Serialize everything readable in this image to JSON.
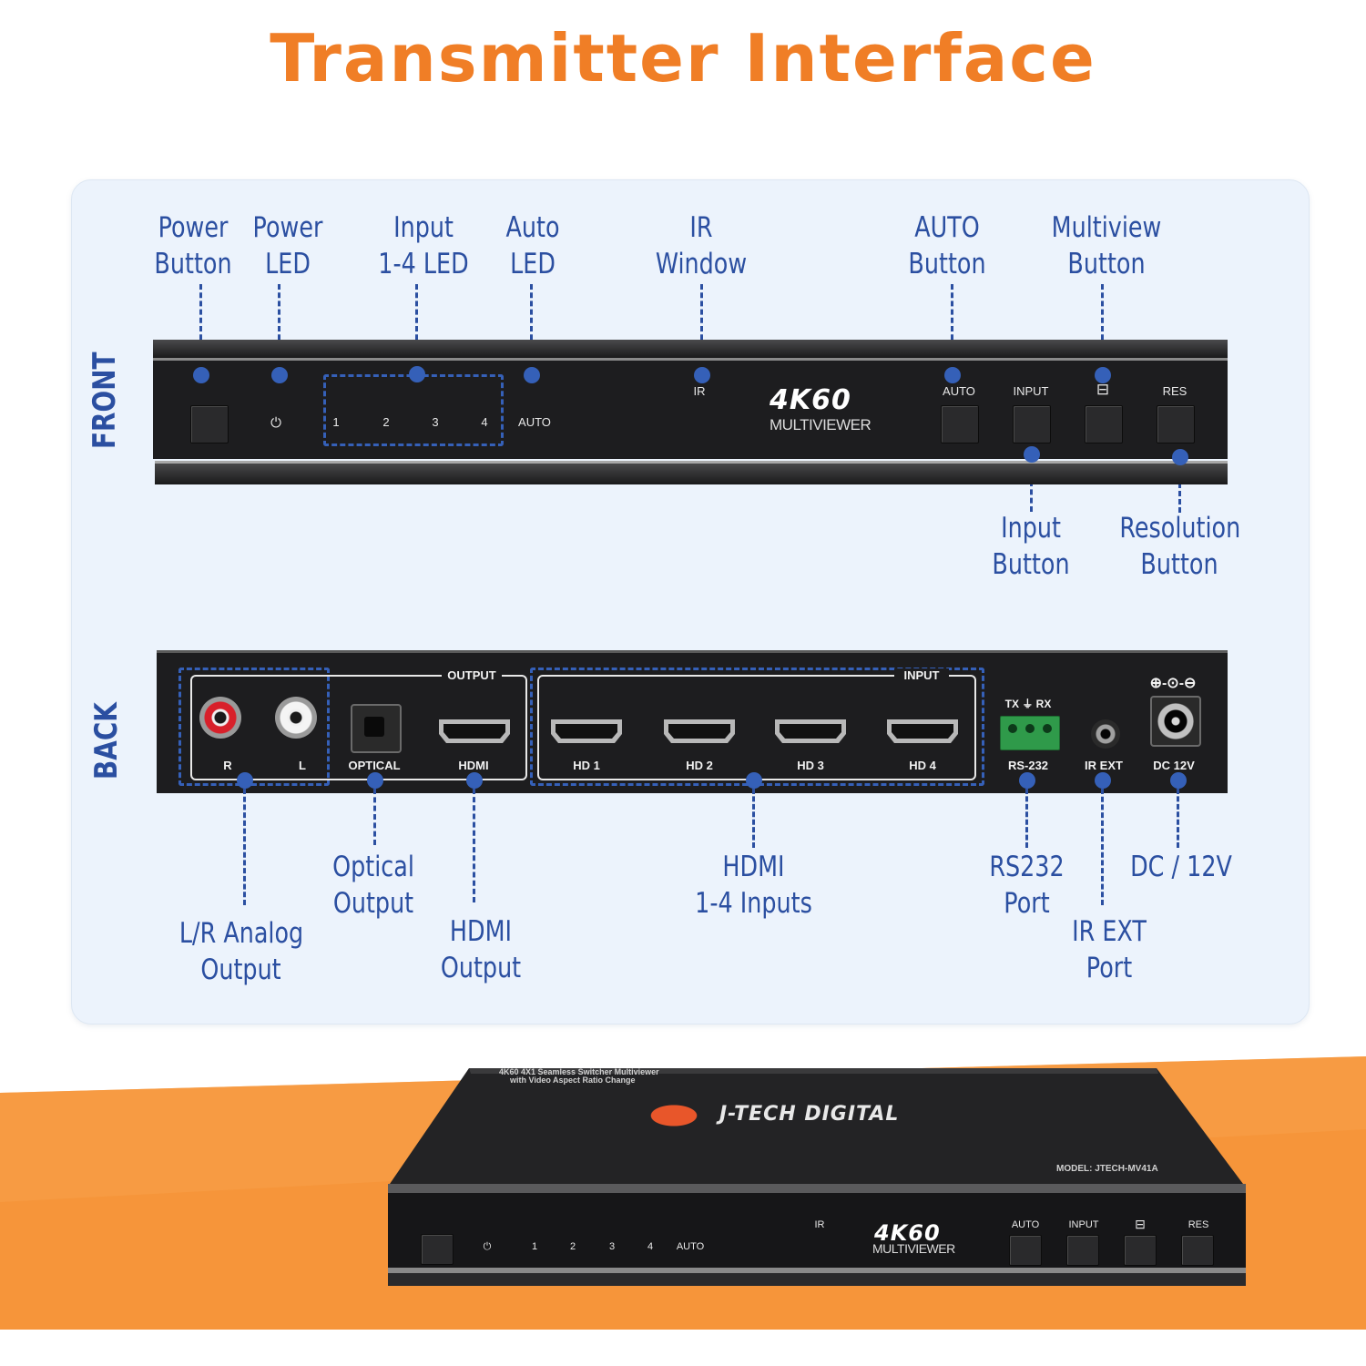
{
  "title": "Transmitter Interface",
  "colors": {
    "accent": "#f07e26",
    "callout": "#2b4fa1",
    "device": "#1d1d1f"
  },
  "sides": {
    "front": "FRONT",
    "back": "BACK"
  },
  "front_callouts": {
    "power_button": [
      "Power",
      "Button"
    ],
    "power_led": [
      "Power",
      "LED"
    ],
    "input_led": [
      "Input",
      "1-4 LED"
    ],
    "auto_led": [
      "Auto",
      "LED"
    ],
    "ir_window": [
      "IR",
      "Window"
    ],
    "auto_button": [
      "AUTO",
      "Button"
    ],
    "multiview_button": [
      "Multiview",
      "Button"
    ],
    "input_button": [
      "Input",
      "Button"
    ],
    "resolution_button": [
      "Resolution",
      "Button"
    ]
  },
  "back_callouts": {
    "lr_analog": [
      "L/R Analog",
      "Output"
    ],
    "optical": [
      "Optical",
      "Output"
    ],
    "hdmi_output": [
      "HDMI",
      "Output"
    ],
    "hdmi_inputs": [
      "HDMI",
      "1-4 Inputs"
    ],
    "rs232": [
      "RS232",
      "Port"
    ],
    "ir_ext": [
      "IR EXT",
      "Port"
    ],
    "dc": [
      "DC / 12V"
    ]
  },
  "front_panel": {
    "power_symbol": "⏻",
    "leds": [
      "1",
      "2",
      "3",
      "4"
    ],
    "auto_led": "AUTO",
    "ir": "IR",
    "logo_main": "4K60",
    "logo_sub": "MULTIVIEWER",
    "buttons": [
      "AUTO",
      "INPUT",
      "⊟",
      "RES"
    ]
  },
  "back_panel": {
    "output_group": "OUTPUT",
    "input_group": "INPUT",
    "rca_r": "R",
    "rca_l": "L",
    "optical": "OPTICAL",
    "hdmi": "HDMI",
    "inputs": [
      "HD 1",
      "HD 2",
      "HD 3",
      "HD 4"
    ],
    "rs232_top": "TX ⏚ RX",
    "rs232": "RS-232",
    "ir_ext": "IR EXT",
    "dc_symbol": "⊕-⊙-⊖",
    "dc": "DC 12V"
  },
  "product": {
    "top_note_1": "4K60 4X1 Seamless Switcher Multiviewer",
    "top_note_2": "with Video Aspect Ratio Change",
    "brand": "J-TECH DIGITAL",
    "model": "MODEL: JTECH-MV41A"
  }
}
